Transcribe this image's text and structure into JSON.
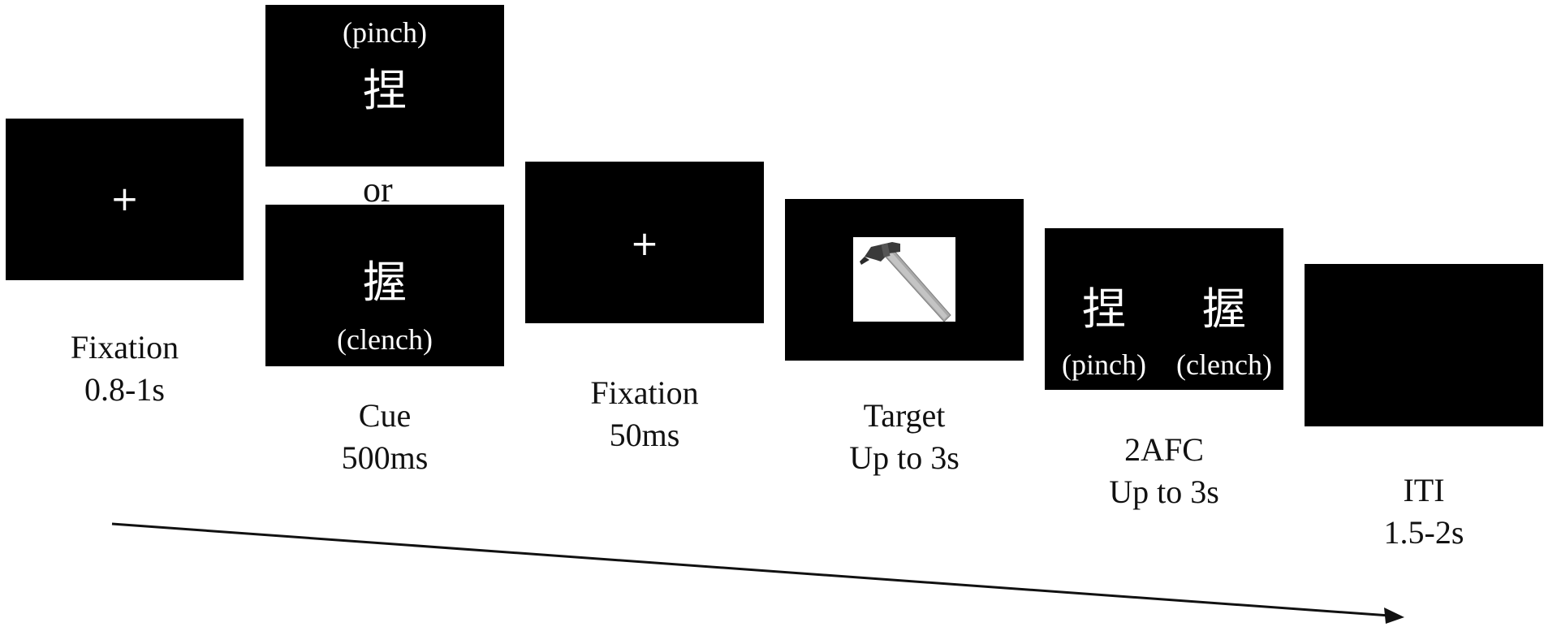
{
  "stages": [
    {
      "id": "fixation1",
      "title": "Fixation",
      "duration": "0.8-1s",
      "symbol": "+"
    },
    {
      "id": "cue",
      "title": "Cue",
      "duration": "500ms",
      "options": [
        {
          "char": "捏",
          "gloss": "(pinch)"
        },
        {
          "char": "握",
          "gloss": "(clench)"
        }
      ],
      "separator": "or"
    },
    {
      "id": "fixation2",
      "title": "Fixation",
      "duration": "50ms",
      "symbol": "+"
    },
    {
      "id": "target",
      "title": "Target",
      "duration": "Up to 3s",
      "image": "hammer-icon"
    },
    {
      "id": "afc",
      "title": "2AFC",
      "duration": "Up to 3s",
      "options": [
        {
          "char": "捏",
          "gloss": "(pinch)"
        },
        {
          "char": "握",
          "gloss": "(clench)"
        }
      ]
    },
    {
      "id": "iti",
      "title": "ITI",
      "duration": "1.5-2s"
    }
  ],
  "colors": {
    "screen": "#000000",
    "screen_text": "#ffffff",
    "caption": "#111111",
    "hammer_head": "#3a3a3a",
    "hammer_handle": "#a8a8a8"
  }
}
